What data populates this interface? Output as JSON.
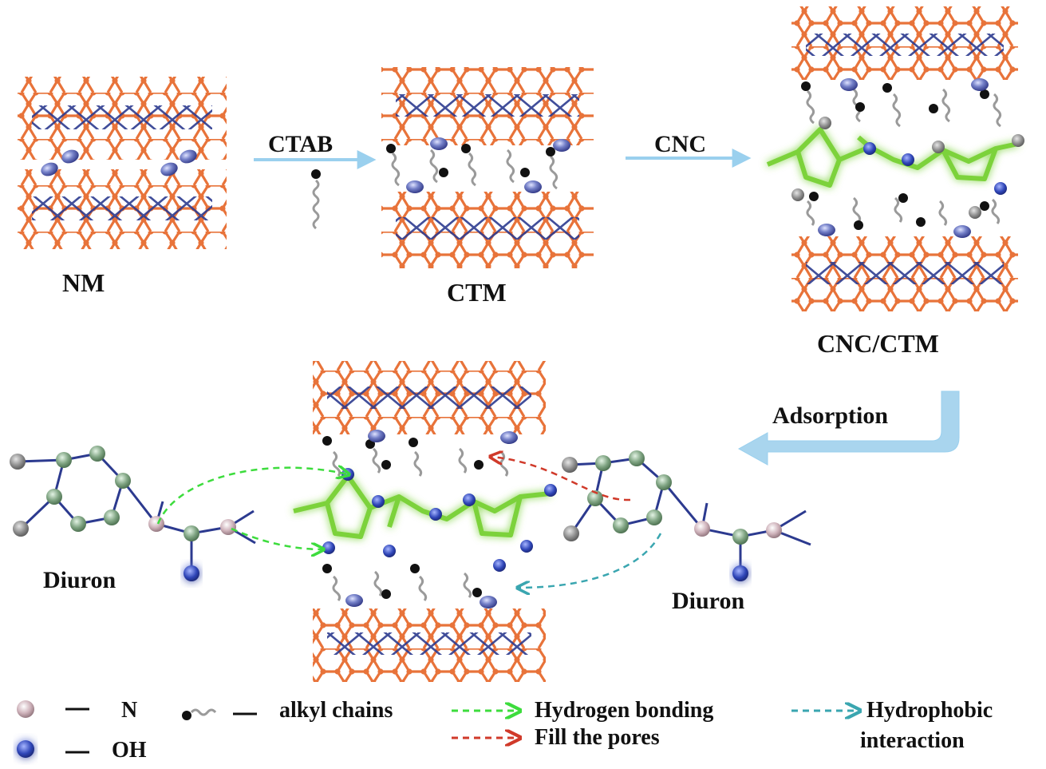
{
  "labels": {
    "nm": "NM",
    "ctm": "CTM",
    "cnc_ctm": "CNC/CTM",
    "ctab": "CTAB",
    "cnc": "CNC",
    "adsorption": "Adsorption",
    "diuron_left": "Diuron",
    "diuron_right": "Diuron"
  },
  "legend": {
    "n": "N",
    "oh": "OH",
    "alkyl": "alkyl chains",
    "hbond": "Hydrogen bonding",
    "pores": "Fill the pores",
    "hydrophobic_1": "Hydrophobic",
    "hydrophobic_2": "interaction"
  },
  "colors": {
    "framework_orange": "#e8733a",
    "framework_blue": "#2c3a8f",
    "cnc_green": "#7bd23a",
    "n_atom": "#c9a9b0",
    "oh_atom": "#3b4fb0",
    "diuron_ring": "#7a9e7e",
    "arrow_blue": "#9ad0ee",
    "hbond_green": "#3ddc3d",
    "pores_red": "#d03a2a",
    "hydrophobic_teal": "#3aa6b0"
  }
}
